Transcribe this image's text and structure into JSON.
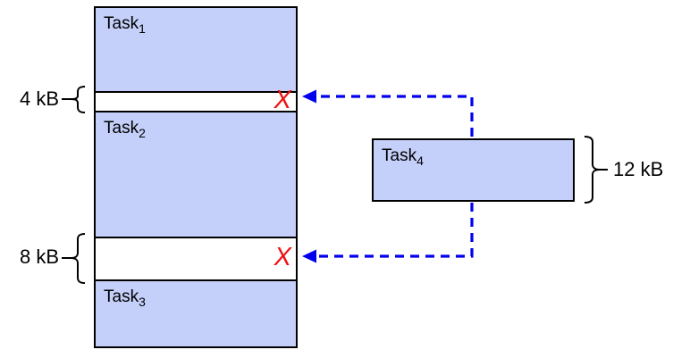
{
  "figure": {
    "memory": {
      "segments": [
        {
          "kind": "task",
          "label_base": "Task",
          "label_sub": "1"
        },
        {
          "kind": "free",
          "size": "4 kB",
          "marker": "X"
        },
        {
          "kind": "task",
          "label_base": "Task",
          "label_sub": "2"
        },
        {
          "kind": "free",
          "size": "8 kB",
          "marker": "X"
        },
        {
          "kind": "task",
          "label_base": "Task",
          "label_sub": "3"
        }
      ]
    },
    "pending_task": {
      "label_base": "Task",
      "label_sub": "4",
      "size": "12 kB"
    },
    "colors": {
      "task_fill": "#c5d0fa",
      "outline": "#000000",
      "arrow_blue": "#0000ee",
      "reject_red": "#ee1111"
    }
  }
}
